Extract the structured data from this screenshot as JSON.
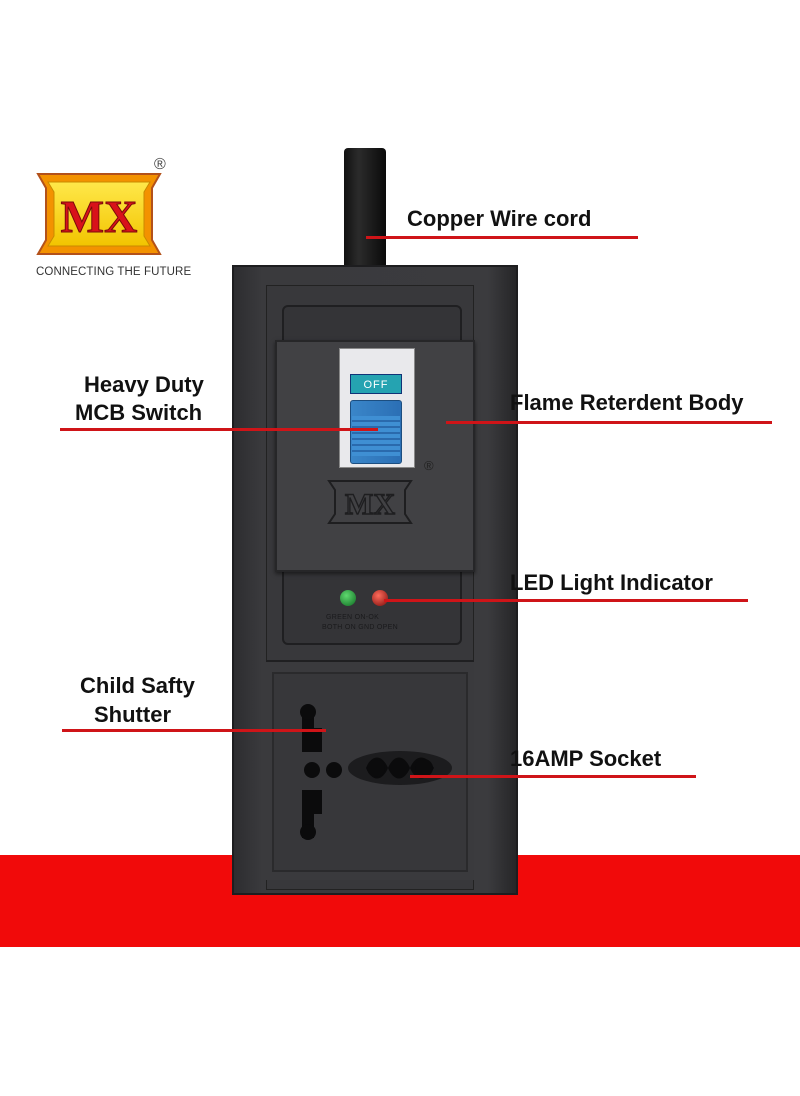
{
  "brand": {
    "logo_text": "MX",
    "registered_mark": "®",
    "tagline": "CONNECTING THE FUTURE",
    "colors": {
      "logo_yellow": "#f6d800",
      "logo_red": "#d8121a",
      "logo_orange": "#f39200",
      "band_red": "#f10a0a",
      "callout_line": "#cf1418"
    }
  },
  "device": {
    "mcb_state_label": "OFF",
    "emboss_logo_text": "MX",
    "emboss_registered": "®",
    "led_legend_line1": "GREEN ON-OK",
    "led_legend_line2": "BOTH ON GND OPEN"
  },
  "callouts": {
    "copper_wire": "Copper Wire cord",
    "mcb_line1": "Heavy Duty",
    "mcb_line2": "MCB Switch",
    "flame_body": "Flame Reterdent Body",
    "led_indicator": "LED Light Indicator",
    "child_line1": "Child Safty",
    "child_line2": "Shutter",
    "socket": "16AMP Socket"
  }
}
